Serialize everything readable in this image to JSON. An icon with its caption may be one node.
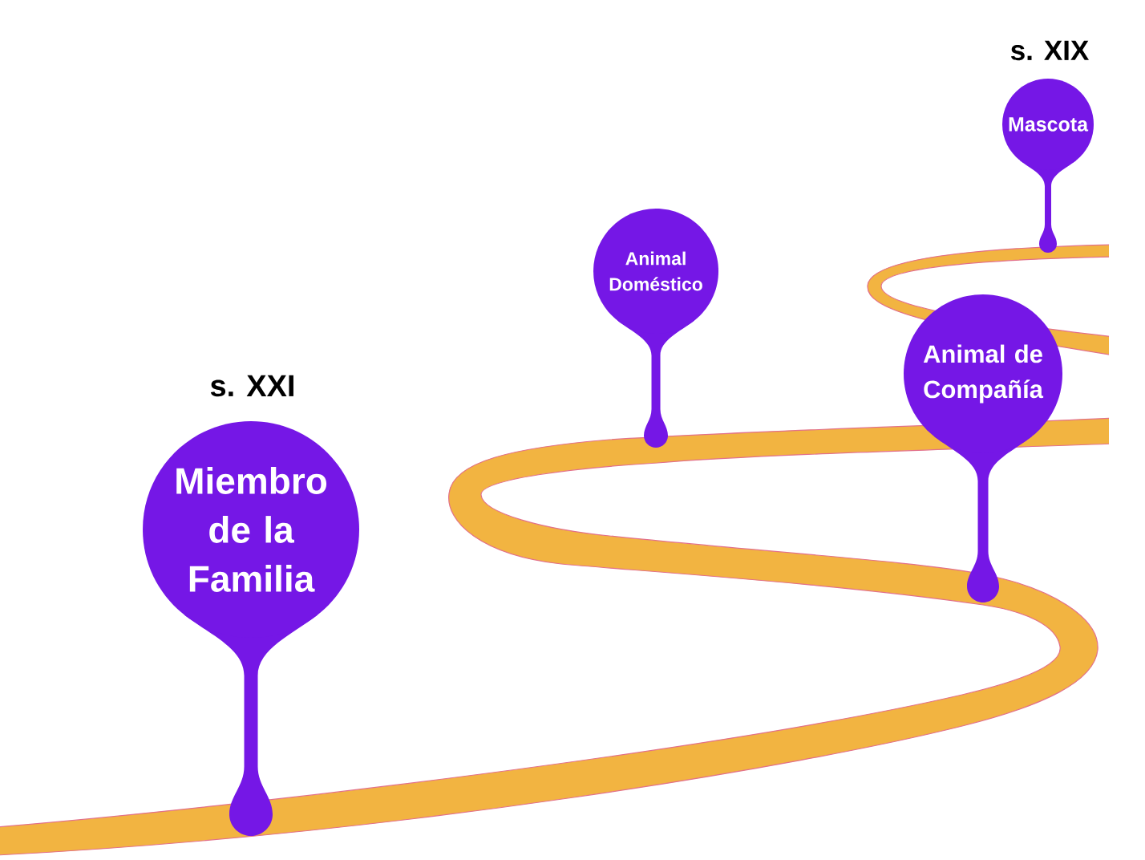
{
  "diagram": {
    "nodes": [
      {
        "text": [
          "Mascota"
        ],
        "beside": [
          "s. XIX"
        ]
      },
      {
        "text": [
          "Animal Doméstico"
        ]
      },
      {
        "text": [
          "Animal de Compañía"
        ]
      },
      {
        "text": [
          "Miembro de la Familia"
        ],
        "beside": [
          "s. XXI"
        ]
      }
    ]
  }
}
